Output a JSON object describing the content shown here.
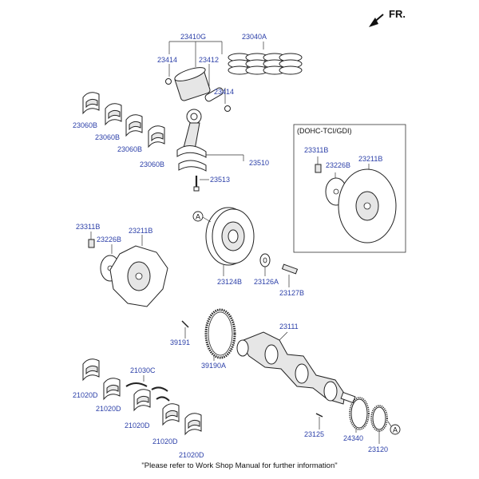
{
  "header": {
    "fr_label": "FR."
  },
  "callouts": {
    "c23410G": "23410G",
    "c23040A": "23040A",
    "c23414a": "23414",
    "c23412": "23412",
    "c23414b": "23414",
    "c23060B_1": "23060B",
    "c23060B_2": "23060B",
    "c23060B_3": "23060B",
    "c23060B_4": "23060B",
    "c23510": "23510",
    "c23513": "23513",
    "c23311B_a": "23311B",
    "c23226B_a": "23226B",
    "c23211B_a": "23211B",
    "c23311B_b": "23311B",
    "c23226B_b": "23226B",
    "c23211B_b": "23211B",
    "c23124B": "23124B",
    "c23126A": "23126A",
    "c23127B": "23127B",
    "c39191": "39191",
    "c39190A": "39190A",
    "c23111": "23111",
    "c21030C": "21030C",
    "c21020D_1": "21020D",
    "c21020D_2": "21020D",
    "c21020D_3": "21020D",
    "c21020D_4": "21020D",
    "c21020D_5": "21020D",
    "c23125": "23125",
    "c24340": "24340",
    "c23120": "23120"
  },
  "variant_box": {
    "title": "(DOHC-TCI/GDI)"
  },
  "ref_markers": {
    "a1": "A",
    "a2": "A"
  },
  "footer": {
    "note": "\"Please refer to Work Shop Manual for further information\""
  }
}
